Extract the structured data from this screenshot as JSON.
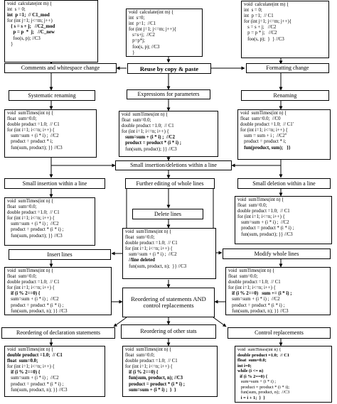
{
  "code": {
    "top_left": [
      {
        "t": "void  calculate(int m) {",
        "b": false
      },
      {
        "t": "int  s = 0;",
        "b": false
      },
      {
        "t": "int  p =1;  // C1_mod",
        "b": true
      },
      {
        "t": "for (int j=1; j<=m; j++)",
        "b": false
      },
      {
        "t": "   { s = s + j;   //C2_mod",
        "b": true
      },
      {
        "t": "     p = p  *  j;   //C_new",
        "b": true
      },
      {
        "t": "     foo(s, p); //C3",
        "b": false
      },
      {
        "t": "   }",
        "b": false
      }
    ],
    "top_mid": [
      {
        "t": "void  calculate(int m) {",
        "b": false
      },
      {
        "t": "int  s=0;",
        "b": false
      },
      {
        "t": "int  p=1;  //C1",
        "b": false
      },
      {
        "t": "for (int j=1; j<=m; j++){",
        "b": false
      },
      {
        "t": "   s=s+j;  //C2",
        "b": false
      },
      {
        "t": "   p=p*j;",
        "b": false
      },
      {
        "t": "   foo(s, p); //C3",
        "b": false
      },
      {
        "t": "   }",
        "b": false
      }
    ],
    "top_right": [
      {
        "t": "void  calculate(int m) {",
        "b": false
      },
      {
        "t": "int  s = 0;",
        "b": false
      },
      {
        "t": "int  p =1;  // C1",
        "b": false
      },
      {
        "t": "for (int j=1; j<=m; j++){",
        "b": false
      },
      {
        "t": "   s = s + j;   //C2",
        "b": false
      },
      {
        "t": "   p = p * j;   //C2",
        "b": false
      },
      {
        "t": "   foo(s, p);  }  } //C3",
        "b": false
      }
    ],
    "mid_left": [
      {
        "t": "void  sumTimes(int n) {",
        "b": false
      },
      {
        "t": "float  sum=0.0;",
        "b": false
      },
      {
        "t": "double product =1.0;  // C1",
        "b": false
      },
      {
        "t": "for (int i=1; i<=n; i++) {",
        "b": false
      },
      {
        "t": "   sum=sum + (i * i) ;  //C2",
        "b": false
      },
      {
        "t": "   product = product * i;",
        "b": false
      },
      {
        "t": "   fun(sum, product); }} //C3",
        "b": false
      }
    ],
    "mid_center": [
      {
        "t": "void  sumTimes(int n) {",
        "b": false
      },
      {
        "t": "float  sum=0.0;",
        "b": false
      },
      {
        "t": "double product =1.0;  // C1",
        "b": false
      },
      {
        "t": "for (int i=1; i<=n; i++) {",
        "b": false
      },
      {
        "t": "   sum=sum + (i * i) ;  //C2",
        "b": true
      },
      {
        "t": "   product = product * (i * i) ;",
        "b": true
      },
      {
        "t": "   fun(sum, product); }} //C3",
        "b": false
      }
    ],
    "mid_right": [
      {
        "t": "void  sumTimes(int n) {",
        "b": false
      },
      {
        "t": "float  sum=0.0;  //C0",
        "b": false
      },
      {
        "t": "double product =1.0;  // C1'",
        "b": false
      },
      {
        "t": "for (int i=1; i<=n; i++) {",
        "b": false
      },
      {
        "t": "   sum = sum + i ;  //C2''",
        "b": false
      },
      {
        "t": "   product = product * i;",
        "b": false
      },
      {
        "t": "   fun(product, sum);   }}",
        "b": true
      }
    ],
    "r3_left": [
      {
        "t": "void  sumTimes(int n) {",
        "b": false
      },
      {
        "t": "float  sum=0.0;",
        "b": false
      },
      {
        "t": "double product =1.0;  // C1",
        "b": false
      },
      {
        "t": "for (int i=1; i<=n; i++) {",
        "b": false
      },
      {
        "t": "   sum=sum + (i * i) ;  //C2",
        "b": false
      },
      {
        "t": "   product = product * (i * i) ;",
        "b": false
      },
      {
        "t": "   fun(sum, product); }} //C3",
        "b": false
      }
    ],
    "r3_right": [
      {
        "t": "void  sumTimes(int n) {",
        "b": false
      },
      {
        "t": "float  sum=0.0;",
        "b": false
      },
      {
        "t": "double product =1.0;  // C1",
        "b": false
      },
      {
        "t": "for (int i=1; i<=n; i++) {",
        "b": false
      },
      {
        "t": "   sum=sum + (i * i) ;  //C2",
        "b": false
      },
      {
        "t": "   product = product * (i * i) ;",
        "b": false
      },
      {
        "t": "   fun(sum, product); }} //C3",
        "b": false
      }
    ],
    "deleted": [
      {
        "t": "void  sumTimes(int n) {",
        "b": false
      },
      {
        "t": "float  sum=0.0;",
        "b": false
      },
      {
        "t": "double product =1.0;  // C1",
        "b": false
      },
      {
        "t": "for (int i=1; i<=n; i++) {",
        "b": false
      },
      {
        "t": "   sum=sum + (i * i) ;  //C2",
        "b": false
      },
      {
        "t": "   //line deleted",
        "b": true
      },
      {
        "t": "   fun(sum, product, n);  }} //C3",
        "b": false
      }
    ],
    "inserted": [
      {
        "t": "void  sumTimes(int n) {",
        "b": false
      },
      {
        "t": "float  sum=0.0;",
        "b": false
      },
      {
        "t": "double product =1.0;  // C1",
        "b": false
      },
      {
        "t": "for (int i=1; i<=n; i++) {",
        "b": false
      },
      {
        "t": "   if (i % 2==0) {",
        "b": true
      },
      {
        "t": "   sum=sum + (i * i) ;  //C2",
        "b": false
      },
      {
        "t": "   product = product * (i * i) ;",
        "b": false
      },
      {
        "t": "   fun(sum, product, n); }} //C3",
        "b": false
      }
    ],
    "modified": [
      {
        "t": "void  sumTimes(int n) {",
        "b": false
      },
      {
        "t": "float  sum=0.0;",
        "b": false
      },
      {
        "t": "double product =1.0;  // C1",
        "b": false
      },
      {
        "t": "for (int i=1; i<=n; i++) {",
        "b": false
      },
      {
        "t": "   if (i % 2==0)   sum += (i * i) ;",
        "b": true
      },
      {
        "t": "   sum=sum + (i * i) ;  //C2",
        "b": false
      },
      {
        "t": "   product = product * (i * i) ;",
        "b": false
      },
      {
        "t": "   fun(sum, product, n); }} //C3",
        "b": false
      }
    ],
    "bottom_left": [
      {
        "t": "void  sumTimes(int n) {",
        "b": false
      },
      {
        "t": "double product =1.0;  // C1",
        "b": true
      },
      {
        "t": "float  sum=0.0;",
        "b": true
      },
      {
        "t": "for (int i=1; i<=n; i++) {",
        "b": false
      },
      {
        "t": "   if (i % 2==0) {",
        "b": true
      },
      {
        "t": "   sum=sum + (i * i) ;  //C2",
        "b": false
      },
      {
        "t": "   product = product * (i * i) ;",
        "b": false
      },
      {
        "t": "   fun(sum, product, n); }} //C3",
        "b": false
      }
    ],
    "bottom_mid": [
      {
        "t": "void  sumTimes(int n) {",
        "b": false
      },
      {
        "t": "float  sum=0.0;",
        "b": false
      },
      {
        "t": "double product =1.0;  // C1",
        "b": false
      },
      {
        "t": "for (int i=1; i<=n; i++) {",
        "b": false
      },
      {
        "t": "   if (i % 2==0) {",
        "b": true
      },
      {
        "t": "   fun(sum, product, n); //C3",
        "b": true
      },
      {
        "t": "   product = product * (i * i) ;",
        "b": true
      },
      {
        "t": "   sum=sum + (i * i) ;  }  }",
        "b": true
      }
    ],
    "bottom_right": [
      {
        "t": "void  sumTimes(int n) {",
        "b": false
      },
      {
        "t": "double product =1.0;  // C1",
        "b": true
      },
      {
        "t": "float  sum=0.0;",
        "b": true
      },
      {
        "t": "int i=0;",
        "b": true
      },
      {
        "t": "while (i <= n)",
        "b": true
      },
      {
        "t": "  if (i % 2==0) {",
        "b": true
      },
      {
        "t": "   sum=sum + (i * i) ;",
        "b": false
      },
      {
        "t": "   product = product * (i * i);",
        "b": false
      },
      {
        "t": "   fun(sum, product, n);  //C3",
        "b": false
      },
      {
        "t": "   i = i + 1;  }  }",
        "b": true
      }
    ]
  },
  "labels": {
    "reuse": "Reuse by copy & paste",
    "comments": "Comments and whitespace change",
    "formatting": "Formatting change",
    "sys_rename": "Systematic renaming",
    "expr_params": "Expressions for parameters",
    "renaming": "Renaming",
    "small_insdel": "Small insertion/deletions within a line",
    "small_ins": "Small insertion within a line",
    "further_edit": "Further editing of whole lines",
    "small_del": "Small deletion within a line",
    "delete_lines": "Delete lines",
    "insert_lines": "Insert lines",
    "modify_lines": "Modify whole lines",
    "reorder_stmt": "Reordering of statements AND control replacements",
    "reorder_decl": "Reordering of declaration statements",
    "reorder_other": "Reordering of other stats",
    "control_repl": "Control replacements"
  }
}
